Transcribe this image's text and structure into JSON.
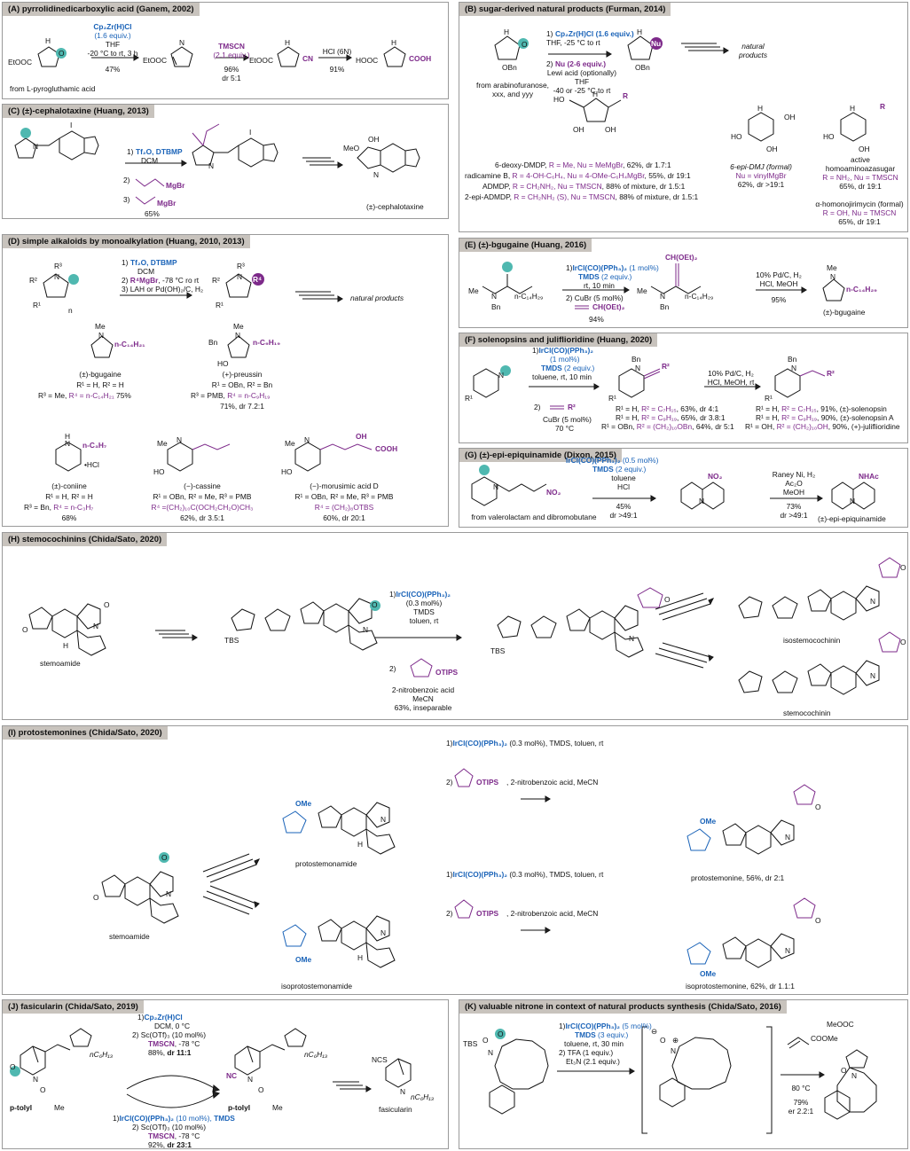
{
  "colors": {
    "blue": "#1a63b8",
    "purple": "#7d2a8a",
    "teal": "#4fb8b0",
    "title_bg": "#c8c3bd"
  },
  "A": {
    "title": "(A) pyrrolidinedicarboxylic acid (Ganem, 2002)",
    "r1a": "Cp₂Zr(H)Cl",
    "r1b": "(1.6 equiv.)",
    "r1c": "THF",
    "r1d": "-20 °C to rt, 3 h",
    "r1e": "47%",
    "r2a": "TMSCN",
    "r2b": "(2.1 equiv.)",
    "r2c": "96%",
    "r2d": "dr 5:1",
    "r3a": "HCl (6N)",
    "r3b": "91%",
    "from": "from L-pyrogluthamic acid",
    "etooc": "EtOOC",
    "cn": "CN",
    "hooc": "HOOC",
    "cooh": "COOH",
    "hn": "H",
    "nn": "N",
    "o": "O"
  },
  "B": {
    "title": "(B) sugar-derived natural products (Furman, 2014)",
    "r1": "1)",
    "r1a": "Cp₂Zr(H)Cl (1.6 equiv.)",
    "r1b": "THF, -25 °C to rt",
    "r2": "2)",
    "r2a": "Nu (2-6 equiv.)",
    "r2b": "Lewi acid (optionally)",
    "r2c": "THF",
    "r2d": "-40 or -25 °C to rt",
    "from": "from arabinofuranose,",
    "from2": "xxx, and yyy",
    "np": "natural",
    "np2": "products",
    "obn": "OBn",
    "nu": "Nu",
    "o": "O",
    "l1a": "6-deoxy-DMDP, ",
    "l1b": "R = Me, Nu = MeMgBr",
    "l1c": ", 62%, dr 1.7:1",
    "l2a": "radicamine B, ",
    "l2b": "R = 4-OH-C₆H₄, Nu = 4-OMe-C₆H₄MgBr",
    "l2c": ", 55%, dr 19:1",
    "l3a": "ADMDP, ",
    "l3b": "R = CH₂NH₂, Nu = TMSCN",
    "l3c": ", 88% of mixture, dr 1.5:1",
    "l4a": "2-epi-ADMDP, ",
    "l4b": "R = CH₂NH₂ (S), Nu = TMSCN",
    "l4c": ", 88% of mixture, dr 1.5:1",
    "dmj": "6-epi-DMJ (formal)",
    "dmj2": "Nu = vinylMgBr",
    "dmj3": "62%, dr >19:1",
    "hom": "active",
    "hom2": "homoaminoazasugar",
    "hom3": "R = NH₂, Nu = TMSCN",
    "hom4": "65%, dr 19:1",
    "hjm": "α-homonojirimycin (formal)",
    "hjm2": "R = OH, Nu = TMSCN",
    "hjm3": "65%, dr 19:1",
    "oh": "OH",
    "ho": "HO",
    "r": "R",
    "hn": "H",
    "nn": "N"
  },
  "C": {
    "title": "(C) (±)-cephalotaxine (Huang, 2013)",
    "r1": "1)",
    "r1a": "Tf₂O, DTBMP",
    "r1b": "DCM",
    "r2": "2)",
    "r3": "3)",
    "mgbr": "MgBr",
    "yield": "65%",
    "prod": "(±)-cephalotaxine",
    "i": "I",
    "n": "N",
    "o": "O",
    "meo": "MeO",
    "oh": "OH",
    "h": "H"
  },
  "D": {
    "title": "(D) simple alkaloids by monoalkylation (Huang, 2010, 2013)",
    "r1": "1)",
    "r1a": "Tf₂O, DTBMP",
    "r1b": "DCM",
    "r2": "2)",
    "r2a": "R⁴MgBr",
    "r2b": ", -78 °C ro rt",
    "r3": "3) LAH or Pd(OH)₂/C, H₂",
    "np": "natural products",
    "bg": "(±)-bgugaine",
    "bg2": "R¹ = H, R² = H",
    "bg3a": "R³ = Me, ",
    "bg3b": "R⁴ = n-C₁₄H₂₁",
    "bg3c": " 75%",
    "pr": "(+)-preussin",
    "pr2": "R¹ = OBn, R² = Bn",
    "pr3a": "R³ = PMB, ",
    "pr3b": "R⁴ = n-C₉H₁₉",
    "pr4": "71%, dr 7.2:1",
    "co": "(±)-coniine",
    "co2": "R¹ = H, R² = H",
    "co3a": "R³ = Bn, ",
    "co3b": "R⁴ = n-C₃H₇",
    "co4": "68%",
    "ca": "(−)-cassine",
    "ca2": "R¹ = OBn, R² = Me, R³ = PMB",
    "ca3": "R⁴ =(CH₂)₁₀C(OCH₂CH₂O)CH₃",
    "ca4": "62%, dr 3.5:1",
    "mo": "(−)-morusimic acid D",
    "mo2": "R¹ = OBn, R² = Me, R³ = PMB",
    "mo3": "R⁴ = (CH₂)₈OTBS",
    "mo4": "60%, dr 20:1",
    "rr1": "R¹",
    "rr2": "R²",
    "rr3": "R³",
    "rr4": "R⁴",
    "n": "N",
    "o": "O",
    "hcl": "•HCl",
    "c14": "n-C₁₄H₂₁",
    "c9": "n-C₉H₁₉",
    "c3": "n-C₃H₇",
    "bn": "Bn",
    "ho": "HO",
    "me": "Me",
    "h": "H",
    "oh": "OH",
    "cooh": "COOH",
    "nsub": "n"
  },
  "E": {
    "title": "(E) (±)-bgugaine (Huang, 2016)",
    "r1": "1)",
    "r1a": "IrCl(CO)(PPh₃)₂",
    "r1b": " (1 mol%)",
    "r1c": "TMDS",
    "r1d": " (2 equiv.)",
    "r1e": "rt, 10 min",
    "r2": "2) CuBr (5 mol%)",
    "r2a": "CH(OEt)₂",
    "yield": "94%",
    "h1": "10% Pd/C, H₂",
    "h2": "HCl, MeOH",
    "h3": "95%",
    "prod": "(±)-bgugaine",
    "me": "Me",
    "bn": "Bn",
    "n": "N",
    "c14": "n-C₁₄H₂₉",
    "ch": "CH(OEt)₂",
    "o": "O"
  },
  "F": {
    "title": "(F) solenopsins and juliflioridine (Huang, 2020)",
    "r1": "1)",
    "r1a": "IrCl(CO)(PPh₃)₂",
    "r1b": "(1 mol%)",
    "r1c": "TMDS",
    "r1d": " (2 equiv.)",
    "r1e": "toluene, rt, 10 min",
    "r2": "2)",
    "r2a": "R²",
    "r3": "CuBr (5 mol%)",
    "r4": "70 °C",
    "m1a": "R¹ = H, ",
    "m1b": "R² = C₇H₁₅",
    "m1c": ", 63%, dr 4:1",
    "m2a": "R¹ = H, ",
    "m2b": "R² = C₉H₁₉",
    "m2c": ", 65%, dr 3.8:1",
    "m3a": "R¹ = OBn, ",
    "m3b": "R² = (CH₂)₁₀OBn",
    "m3c": ", 64%, dr 5:1",
    "h1": "10% Pd/C, H₂",
    "h2": "HCl, MeOH, rt",
    "p1a": "R¹ = H, ",
    "p1b": "R² = C₇H₁₅",
    "p1c": ", 91%, (±)-solenopsin",
    "p2a": "R¹ = H, ",
    "p2b": "R² = C₉H₁₉",
    "p2c": ", 90%, (±)-solenopsin A",
    "p3a": "R¹ = OH, ",
    "p3b": "R² = (CH₂)₁₀OH",
    "p3c": ", 90%, (+)-juliflioridine",
    "bn": "Bn",
    "n": "N",
    "r1l": "R¹",
    "r2l": "R²",
    "o": "O"
  },
  "G": {
    "title": "(G) (±)-epi-epiquinamide (Dixon, 2015)",
    "r1a": "IrCl(CO)(PPh₃)₂",
    "r1b": " (0.5 mol%)",
    "r1c": "TMDS",
    "r1d": " (2 equiv.)",
    "r1e": "toluene",
    "r1f": "HCl",
    "r1g": "45%",
    "r1h": "dr >49:1",
    "from": "from valerolactam and dibromobutane",
    "h1": "Raney Ni, H₂",
    "h2": "Ac₂O",
    "h3": "MeOH",
    "h4": "73%",
    "h5": "dr >49:1",
    "prod": "(±)-epi-epiquinamide",
    "no2": "NO₂",
    "nhac": "NHAc",
    "n": "N",
    "o": "O"
  },
  "H": {
    "title": "(H) stemocochinins (Chida/Sato, 2020)",
    "r1": "1)",
    "r1a": "IrCl(CO)(PPh₃)₂",
    "r1b": "(0.3 mol%)",
    "r1c": "TMDS",
    "r1d": "toluen, rt",
    "r2": "2)",
    "r2a": "OTIPS",
    "r3": "2-nitrobenzoic acid",
    "r4": "MeCN",
    "r5": "63%, inseparable",
    "sm": "stemoamide",
    "p1": "isostemocochinin",
    "p2": "stemocochinin",
    "tbs": "TBS",
    "n": "N",
    "o": "O",
    "h": "H"
  },
  "I": {
    "title": "(I) protostemonines (Chida/Sato, 2020)",
    "ra1": "1)",
    "ra1a": "IrCl(CO)(PPh₃)₂",
    "ra1b": " (0.3 mol%), TMDS, toluen, rt",
    "ra2": "2)",
    "ra2a": "OTIPS",
    "ra2b": ", 2-nitrobenzoic acid, MeCN",
    "rb1": "1)",
    "rb1a": "IrCl(CO)(PPh₃)₂",
    "rb1b": " (0.3 mol%), TMDS, toluen, rt",
    "rb2": "2)",
    "rb2a": "OTIPS",
    "rb2b": ", 2-nitrobenzoic acid, MeCN",
    "sm": "stemoamide",
    "a": "protostemonamide",
    "b": "isoprotostemonamide",
    "pa": "protostemonine, 56%, dr 2:1",
    "pb": "isoprotostemonine, 62%, dr 1.1:1",
    "ome": "OMe",
    "n": "N",
    "o": "O",
    "h": "H"
  },
  "J": {
    "title": "(J) fasicularin (Chida/Sato, 2019)",
    "t1": "1)",
    "t1a": "Cp₂Zr(H)Cl",
    "t2": "DCM, 0 °C",
    "t3": "2) Sc(OTf)₃ (10 mol%)",
    "t4": "TMSCN",
    "t4b": ", -78 °C",
    "t5": "88%, ",
    "t5b": "dr 11:1",
    "b1": "1)",
    "b1a": "IrCl(CO)(PPh₃)₂",
    "b1b": " (10 mol%), ",
    "b1c": "TMDS",
    "b2": "2) Sc(OTf)₃ (10 mol%)",
    "b3": "TMSCN",
    "b3b": ", -78 °C",
    "b4": "92%, ",
    "b4b": "dr 23:1",
    "prod": "fasicularin",
    "ptolyl": "p-tolyl",
    "me": "Me",
    "nc": "NC",
    "ncs": "NCS",
    "c6": "nC₆H₁₃",
    "n": "N",
    "o": "O"
  },
  "K": {
    "title": "(K) valuable nitrone in context of natural products synthesis (Chida/Sato, 2016)",
    "r1": "1)",
    "r1a": "IrCl(CO)(PPh₃)₂",
    "r1b": " (5 mol%)",
    "r1c": "TMDS",
    "r1d": " (3 equiv.)",
    "r1e": "toluene, rt, 30 min",
    "r2": "2) TFA (1 equiv.)",
    "r3": "Et₃N (2.1 equiv.)",
    "acr": "COOMe",
    "cond": "80 °C",
    "y": "79%",
    "er": "er 2.2:1",
    "meooc": "MeOOC",
    "tbs": "TBS",
    "n": "N",
    "o": "O",
    "om": "O",
    "plus": "⊕",
    "minus": "⊖"
  }
}
